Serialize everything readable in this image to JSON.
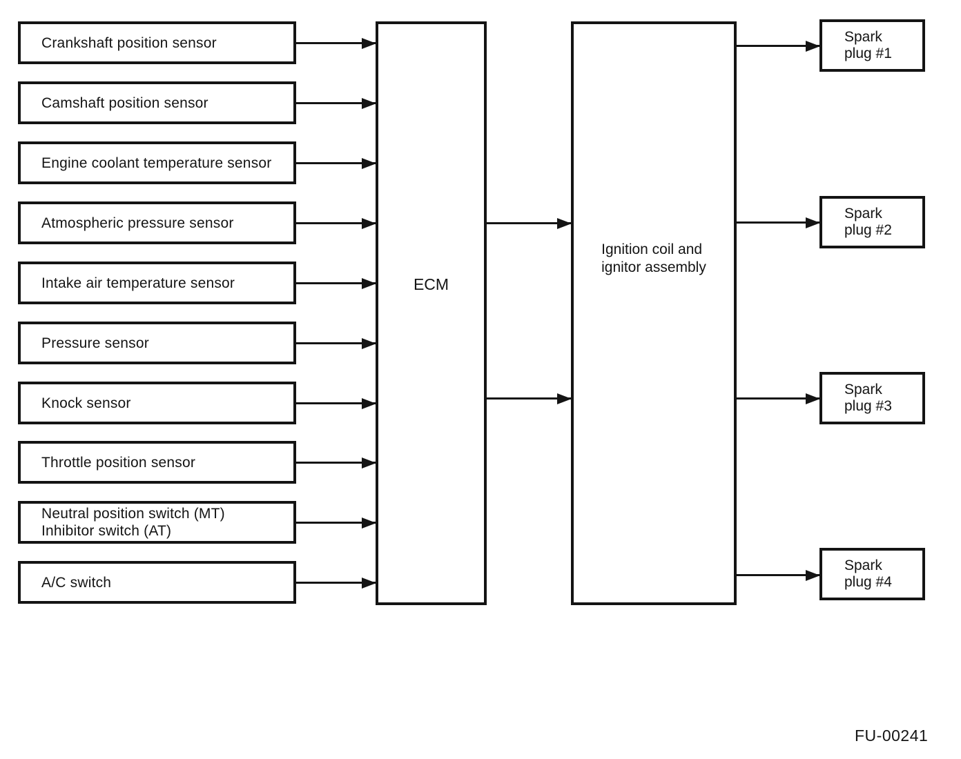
{
  "diagram": {
    "sensors": [
      {
        "label": "Crankshaft position sensor"
      },
      {
        "label": "Camshaft position sensor"
      },
      {
        "label": "Engine coolant temperature sensor"
      },
      {
        "label": "Atmospheric pressure sensor"
      },
      {
        "label": "Intake air temperature sensor"
      },
      {
        "label": "Pressure sensor"
      },
      {
        "label": "Knock sensor"
      },
      {
        "label": "Throttle position sensor"
      },
      {
        "label": "Neutral position switch (MT)\nInhibitor switch (AT)"
      },
      {
        "label": "A/C switch"
      }
    ],
    "ecm": {
      "label": "ECM"
    },
    "ignition": {
      "label": "Ignition coil and\nignitor assembly"
    },
    "spark_plugs": [
      {
        "label": "Spark\nplug #1"
      },
      {
        "label": "Spark\nplug #2"
      },
      {
        "label": "Spark\nplug #3"
      },
      {
        "label": "Spark\nplug #4"
      }
    ],
    "figure_code": "FU-00241",
    "colors": {
      "line": "#141414",
      "background": "#ffffff"
    }
  }
}
